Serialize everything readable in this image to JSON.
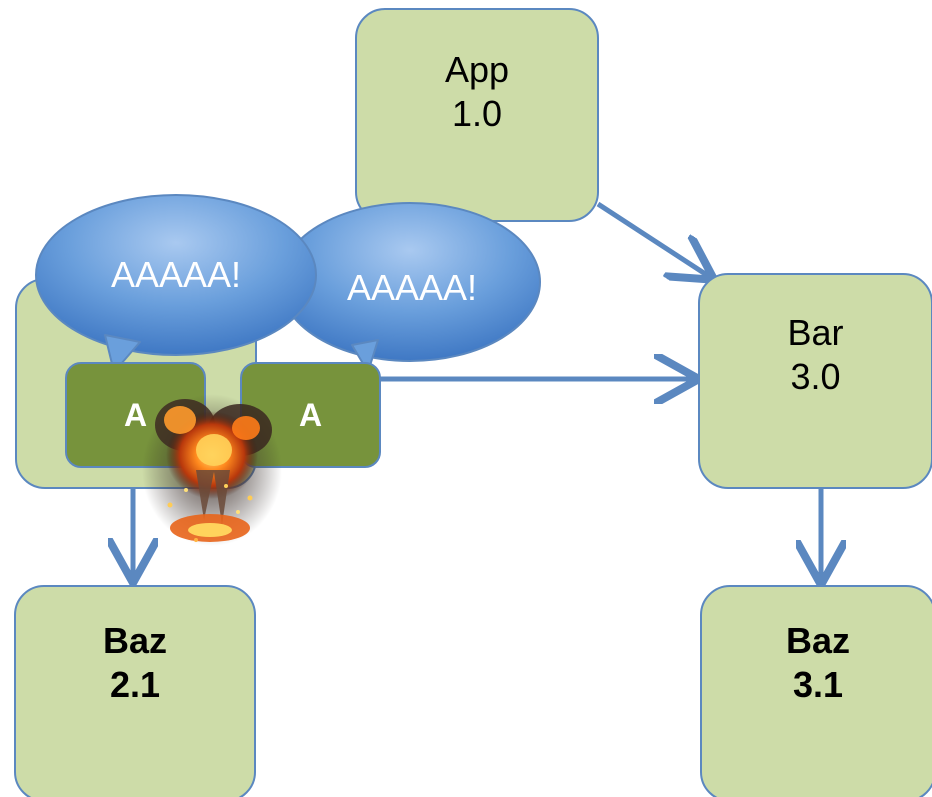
{
  "nodes": {
    "app": {
      "name": "App",
      "version": "1.0"
    },
    "bar": {
      "name": "Bar",
      "version": "3.0"
    },
    "baz_left": {
      "name": "Baz",
      "version": "2.1"
    },
    "baz_right": {
      "name": "Baz",
      "version": "3.1"
    },
    "foo": {
      "name": "",
      "version": ""
    }
  },
  "packages": {
    "left": {
      "label": "A"
    },
    "right": {
      "label": "A"
    }
  },
  "bubbles": {
    "left": {
      "text": "AAAAA!"
    },
    "right": {
      "text": "AAAAA!"
    }
  },
  "colors": {
    "node_fill": "#cddca8",
    "node_border": "#5b88c0",
    "package_fill": "#77933c",
    "bubble_fill": "#6a9fdc",
    "arrow": "#5b88c0"
  },
  "icons": {
    "conflict": "explosion-icon"
  }
}
